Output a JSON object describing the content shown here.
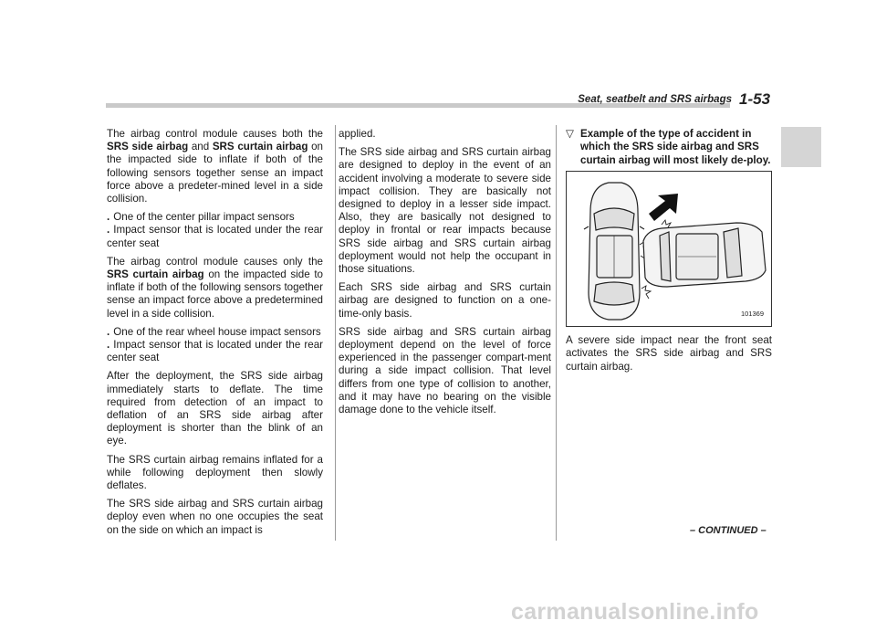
{
  "header": {
    "section_title": "Seat, seatbelt and SRS airbags",
    "page_number": "1-53"
  },
  "col1": {
    "p1_pre": "The airbag control module causes both the ",
    "p1_b1": "SRS side airbag",
    "p1_mid": " and ",
    "p1_b2": "SRS curtain airbag",
    "p1_post": " on the impacted side to inflate if both of the following sensors together sense an impact force above a predeter-mined level in a side collision.",
    "bullet_symbol": ".",
    "b1": "One of the center pillar impact sensors",
    "b2": "Impact sensor that is located under the rear center seat",
    "p2_pre": "The airbag control module causes only the ",
    "p2_b": "SRS curtain airbag",
    "p2_post": " on the impacted side to inflate if both of the following sensors together sense an impact force above a predetermined level in a side collision.",
    "b3": "One of the rear wheel house impact sensors",
    "b4": "Impact sensor that is located under the rear center seat",
    "p3": "After the deployment, the SRS side airbag immediately starts to deflate. The time required from detection of an impact to deflation of an SRS side airbag after deployment is shorter than the blink of an eye.",
    "p4": "The SRS curtain airbag remains inflated for a while following deployment then slowly deflates.",
    "p5": "The SRS side airbag and SRS curtain airbag deploy even when no one occupies the seat on the side on which an impact is"
  },
  "col2": {
    "p1": "applied.",
    "p2": "The SRS side airbag and SRS curtain airbag are designed to deploy in the event of an accident involving a moderate to severe side impact collision. They are basically not designed to deploy in a lesser side impact. Also, they are basically not designed to deploy in frontal or rear impacts because SRS side airbag and SRS curtain airbag deployment would not help the occupant in those situations.",
    "p3": "Each SRS side airbag and SRS curtain airbag are designed to function on a one-time-only basis.",
    "p4": "SRS side airbag and SRS curtain airbag deployment depend on the level of force experienced in the passenger compart-ment during a side impact collision. That level differs from one type of collision to another, and it may have no bearing on the visible damage done to the vehicle itself."
  },
  "col3": {
    "heading_symbol": "▽",
    "heading": "Example of the type of accident in which the SRS side airbag and SRS curtain airbag will most likely de-ploy.",
    "figure_id": "101369",
    "caption": "A severe side impact near the front seat activates the SRS side airbag and SRS curtain airbag."
  },
  "footer": {
    "continued": "– CONTINUED –"
  },
  "watermark": "carmanualsonline.info"
}
